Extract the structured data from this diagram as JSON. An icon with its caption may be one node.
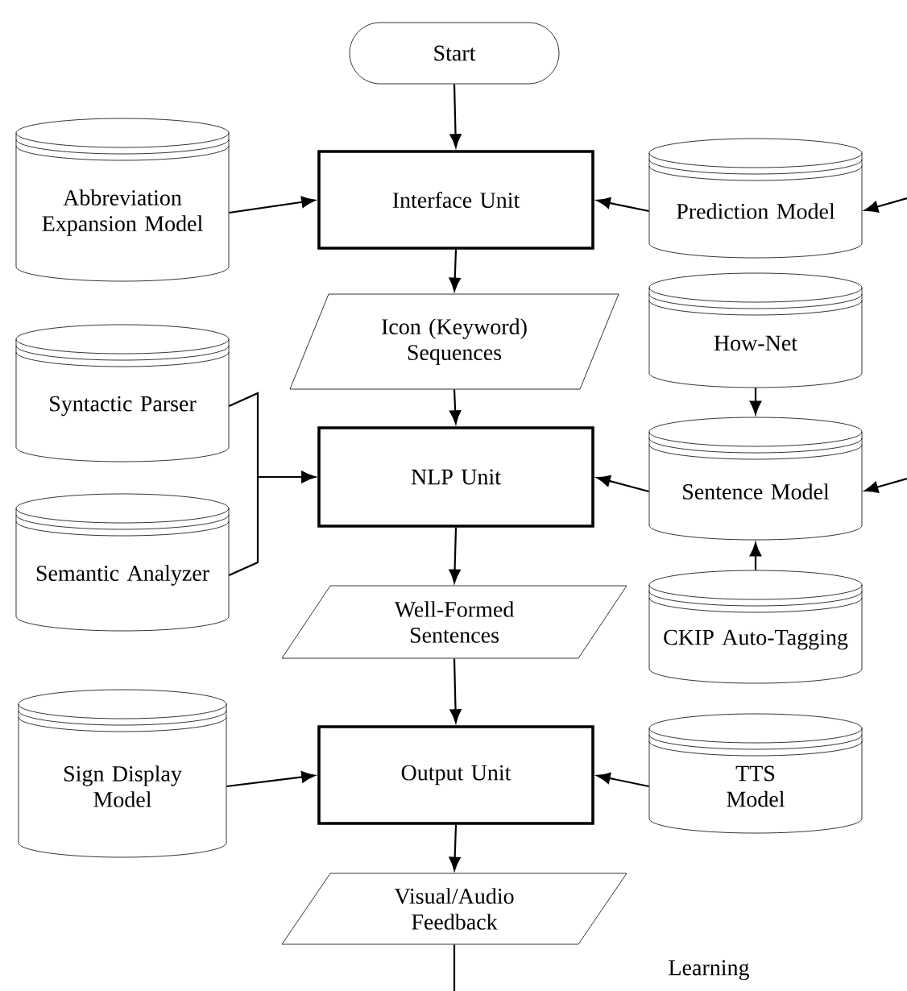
{
  "diagram": {
    "nodes": [
      {
        "text": [
          "Start"
        ]
      },
      {
        "text": [
          "Interface Unit"
        ]
      },
      {
        "text": [
          "Abbreviation Expansion Model"
        ]
      },
      {
        "text": [
          "Prediction Model"
        ]
      },
      {
        "text": [
          "Icon (Keyword) Sequences"
        ]
      },
      {
        "text": [
          "How-Net"
        ]
      },
      {
        "text": [
          "Syntactic Parser"
        ]
      },
      {
        "text": [
          "NLP Unit"
        ]
      },
      {
        "text": [
          "Sentence Model"
        ]
      },
      {
        "text": [
          "Semantic Analyzer"
        ]
      },
      {
        "text": [
          "Well-Formed Sentences"
        ]
      },
      {
        "text": [
          "CKIP Auto-Tagging"
        ]
      },
      {
        "text": [
          "Sign Display Model"
        ]
      },
      {
        "text": [
          "Output Unit"
        ]
      },
      {
        "text": [
          "TTS Model"
        ]
      },
      {
        "text": [
          "Visual/Audio Feedback"
        ]
      }
    ],
    "edges": [
      {
        "from": 0,
        "to": 1,
        "arrow": "to"
      },
      {
        "from": 2,
        "to": 1,
        "arrow": "to"
      },
      {
        "from": 3,
        "to": 1,
        "arrow": "to"
      },
      {
        "from": null,
        "to": 3,
        "arrow": "to"
      },
      {
        "from": 1,
        "to": 4,
        "arrow": "to"
      },
      {
        "from": 4,
        "to": 7,
        "arrow": "to"
      },
      {
        "from": 6,
        "to": 7,
        "arrow": "to"
      },
      {
        "from": 9,
        "to": 7,
        "arrow": "to"
      },
      {
        "from": 5,
        "to": 8,
        "arrow": "to"
      },
      {
        "from": 8,
        "to": 7,
        "arrow": "to"
      },
      {
        "from": null,
        "to": 8,
        "arrow": "to"
      },
      {
        "from": 11,
        "to": 8,
        "arrow": "to"
      },
      {
        "from": 7,
        "to": 10,
        "arrow": "to"
      },
      {
        "from": 10,
        "to": 13,
        "arrow": "to"
      },
      {
        "from": 12,
        "to": 13,
        "arrow": "to"
      },
      {
        "from": 14,
        "to": 13,
        "arrow": "to"
      },
      {
        "from": 13,
        "to": 15,
        "arrow": "to"
      },
      {
        "from": 15,
        "to": null,
        "arrow": "none"
      }
    ],
    "labels": [
      "Learning"
    ]
  }
}
